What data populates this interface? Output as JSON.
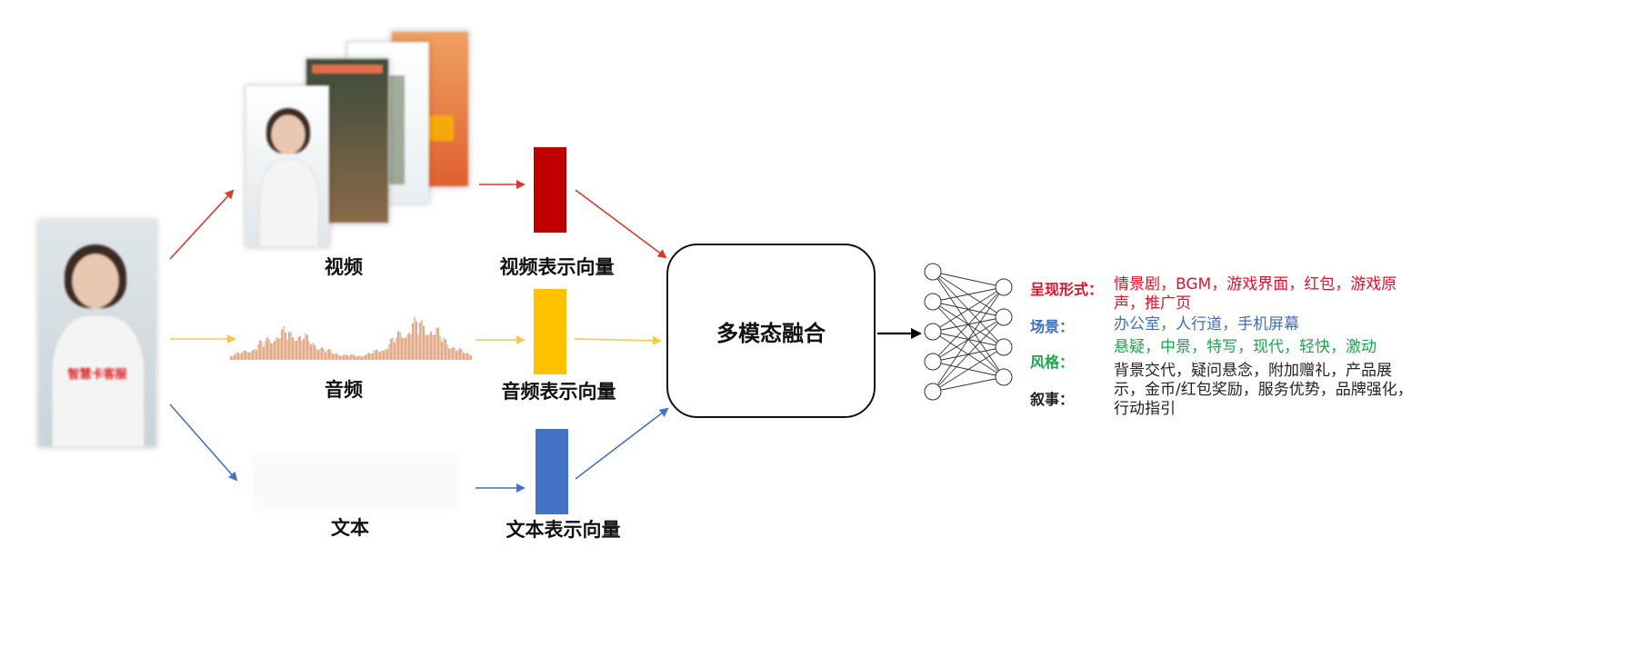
{
  "labels": {
    "video": "视频",
    "audio": "音频",
    "text": "文本",
    "video_vec": "视频表示向量",
    "audio_vec": "音频表示向量",
    "text_vec": "文本表示向量",
    "fusion": "多模态融合"
  },
  "source_banner": "智慧卡客服",
  "outputs": [
    {
      "key": "呈现形式：",
      "value": "情景剧，BGM，游戏界面，红包，游戏原声，推广页",
      "color": "#e8102a"
    },
    {
      "key": "场景：",
      "value": "办公室，人行道，手机屏幕",
      "color": "#3f6ec0"
    },
    {
      "key": "风格：",
      "value": "悬疑，中景，特写，现代，轻快，激动",
      "color": "#1aa64a"
    },
    {
      "key": "叙事：",
      "value": "背景交代，疑问悬念，附加赠礼，产品展示，金币/红包奖励，服务优势，品牌强化，行动指引",
      "color": "#222222"
    }
  ],
  "colors": {
    "video": "#c00000",
    "audio": "#ffc000",
    "text": "#4472c4",
    "video_arrow": "#d93a2b",
    "audio_arrow": "#f5c850",
    "text_arrow": "#4472c4"
  }
}
